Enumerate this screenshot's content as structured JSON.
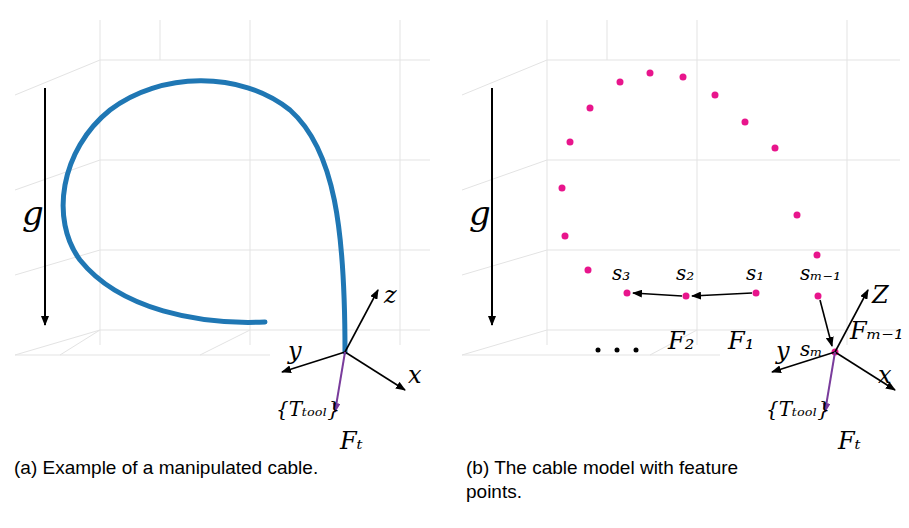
{
  "diagram": {
    "labels": [
      "g",
      "z",
      "y",
      "x",
      "{Tₜₒₒₗ}",
      "Fₜ",
      "(a) Example of a manipulated cable.",
      "g",
      "s₃",
      "s₂",
      "s₁",
      "sₘ₋₁",
      "Z",
      "F₂",
      "F₁",
      "sₘ",
      "Fₘ₋₁",
      "y",
      "x",
      "{Tₜₒₒₗ}",
      "Fₜ",
      "(b) The cable model with feature points."
    ]
  }
}
